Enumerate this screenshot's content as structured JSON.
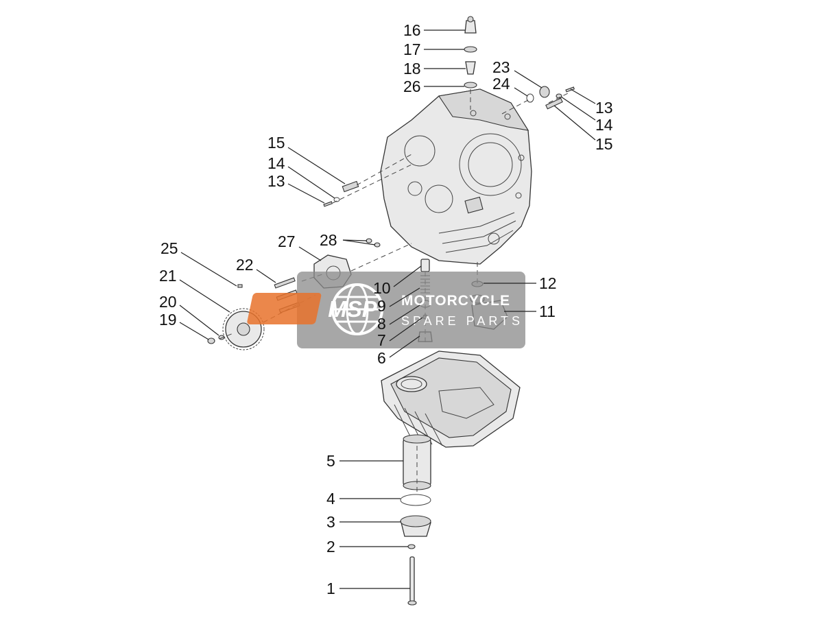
{
  "callouts": [
    {
      "num": "16"
    },
    {
      "num": "17"
    },
    {
      "num": "18"
    },
    {
      "num": "26"
    },
    {
      "num": "23"
    },
    {
      "num": "24"
    },
    {
      "num": "13"
    },
    {
      "num": "14"
    },
    {
      "num": "15"
    },
    {
      "num": "15"
    },
    {
      "num": "14"
    },
    {
      "num": "13"
    },
    {
      "num": "27"
    },
    {
      "num": "28"
    },
    {
      "num": "25"
    },
    {
      "num": "22"
    },
    {
      "num": "21"
    },
    {
      "num": "20"
    },
    {
      "num": "19"
    },
    {
      "num": "10"
    },
    {
      "num": "9"
    },
    {
      "num": "8"
    },
    {
      "num": "7"
    },
    {
      "num": "6"
    },
    {
      "num": "12"
    },
    {
      "num": "11"
    },
    {
      "num": "5"
    },
    {
      "num": "4"
    },
    {
      "num": "3"
    },
    {
      "num": "2"
    },
    {
      "num": "1"
    }
  ],
  "watermark": {
    "logo": "MSP",
    "line1": "MOTORCYCLE",
    "line2": "SPARE PARTS"
  },
  "colors": {
    "watermark_bg": "#8a8a8a",
    "logo_orange": "#e8722b"
  }
}
